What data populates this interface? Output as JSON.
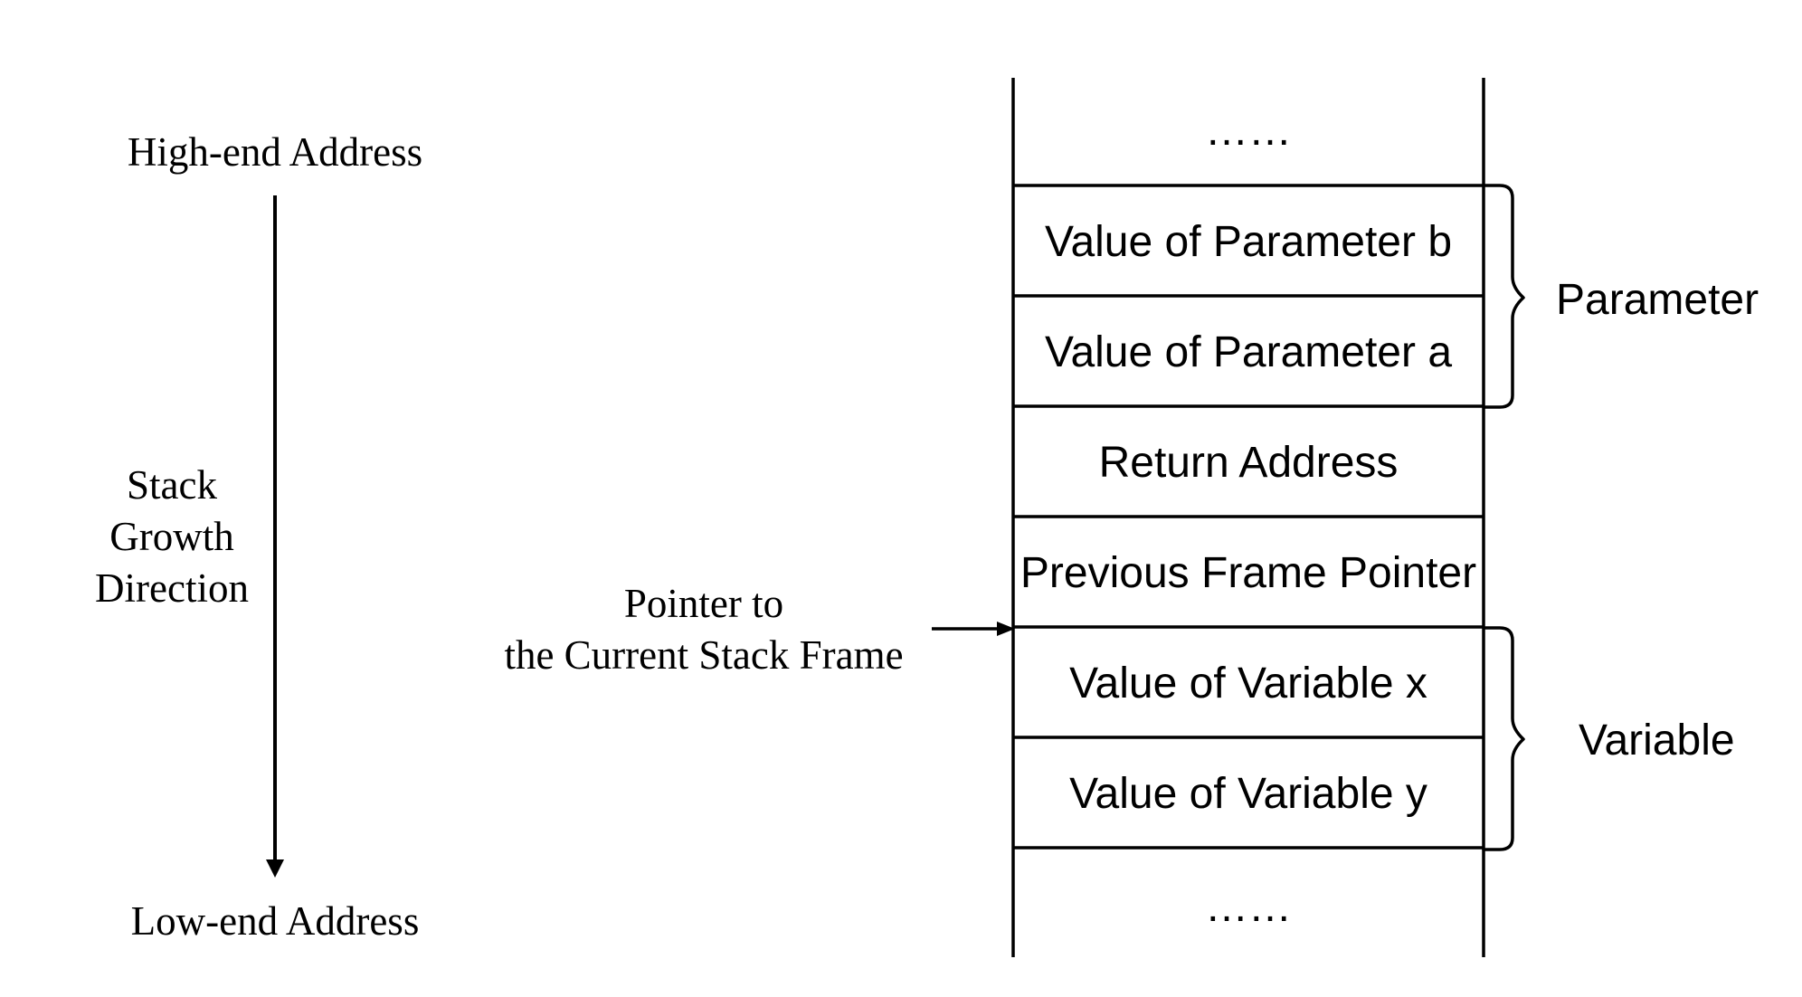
{
  "address_axis": {
    "high_label": "High-end Address",
    "low_label": "Low-end Address",
    "direction_label_lines": [
      "Stack",
      "Growth",
      "Direction"
    ]
  },
  "frame_pointer": {
    "label_lines": [
      "Pointer to",
      "the Current Stack Frame"
    ]
  },
  "stack": {
    "top_ellipsis": "……",
    "bottom_ellipsis": "……",
    "cells": [
      {
        "label": "Value of Parameter b",
        "group": "parameter"
      },
      {
        "label": "Value of Parameter a",
        "group": "parameter"
      },
      {
        "label": "Return Address",
        "group": ""
      },
      {
        "label": "Previous Frame Pointer",
        "group": ""
      },
      {
        "label": "Value of Variable x",
        "group": "variable"
      },
      {
        "label": "Value of Variable y",
        "group": "variable"
      }
    ]
  },
  "groups": {
    "parameter": {
      "label": "Parameter"
    },
    "variable": {
      "label": "Variable"
    }
  },
  "colors": {
    "stroke": "#000000",
    "background": "#ffffff"
  }
}
